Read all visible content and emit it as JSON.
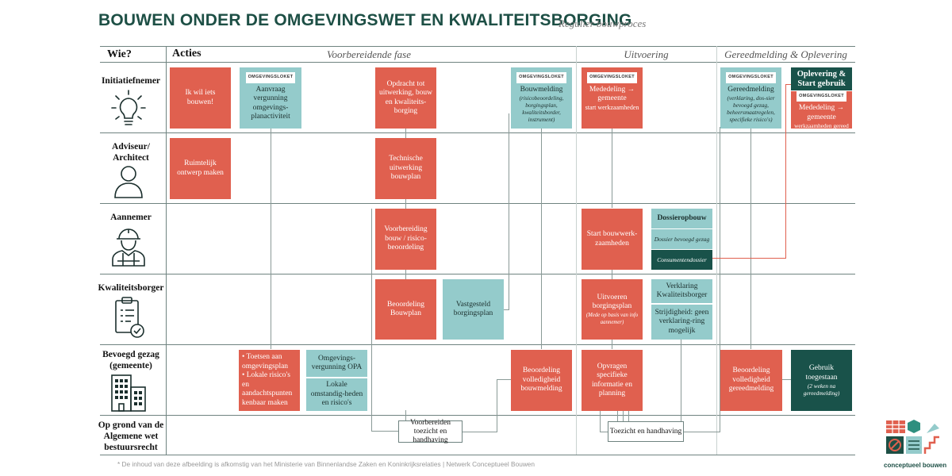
{
  "title": "BOUWEN ONDER DE OMGEVINGSWET EN KWALITEITSBORGING",
  "subtitle": "Regulier bouwproces",
  "header": {
    "who": "Wie?",
    "actions": "Acties"
  },
  "phases": [
    "Voorbereidende fase",
    "Uitvoering",
    "Gereedmelding & Oplevering"
  ],
  "actors": [
    {
      "name": "Initiatiefnemer",
      "icon": "lightbulb-icon"
    },
    {
      "name": "Adviseur/ Architect",
      "icon": "person-icon"
    },
    {
      "name": "Aannemer",
      "icon": "construction-worker-icon"
    },
    {
      "name": "Kwaliteitsborger",
      "icon": "clipboard-check-icon"
    },
    {
      "name": "Bevoegd gezag (gemeente)",
      "icon": "buildings-icon"
    },
    {
      "name": "Op grond van de Algemene wet bestuursrecht",
      "icon": ""
    }
  ],
  "tag": "OMGEVINGSLOKET",
  "boxes": {
    "b1": "Ik wil iets bouwen!",
    "b2": "Aanvraag vergunning omgevings-planactiviteit",
    "b3": "Opdracht tot uitwerking, bouw en kwaliteits-borging",
    "b4": {
      "title": "Bouwmelding",
      "note": "(risicobeoordeling, borgingsplan, kwaliteitsborder, instrument)"
    },
    "b5": {
      "title": "Mededeling → gemeente",
      "note": "start werkzaamheden"
    },
    "b6": {
      "title": "Gereedmelding",
      "note": "(verklaring, dos-sier bevoegd gezag, beheersmaatregelen, specifieke risico's)"
    },
    "b7": "Oplevering & Start gebruik",
    "b8": {
      "title": "Mededeling → gemeente",
      "note": "werkzaamheden gereed"
    },
    "b9": "Ruimtelijk ontwerp maken",
    "b10": "Technische uitwerking bouwplan",
    "b11": "Voorbereiding bouw / risico-beoordeling",
    "b12": "Start bouwwerk-zaamheden",
    "b13": "Dossieropbouw",
    "b14": "Dossier bevoegd gezag",
    "b15": "Consumentendossier",
    "b16": "Beoordeling Bouwplan",
    "b17": "Vastgesteld borgingsplan",
    "b18": {
      "title": "Uitvoeren borgingsplan",
      "note": "(Mede op basis van info aannemer)"
    },
    "b19": "Verklaring Kwaliteitsborger",
    "b20": "Strijdigheid: geen verklaring-ring mogelijk",
    "b21": [
      "• Toetsen aan omgevingsplan",
      "• Lokale risico's en aandachtspunten kenbaar maken"
    ],
    "b22": "Omgevings-vergunning OPA",
    "b23": "Lokale omstandig-heden en risico's",
    "b24": "Beoordeling volledigheid bouwmelding",
    "b25": "Opvragen specifieke informatie en planning",
    "b26": "Beoordeling volledigheid gereedmelding",
    "b27": {
      "title": "Gebruik toegestaan",
      "note": "(2 weken na gereedmelding)"
    },
    "b28": "Voorbereiden toezicht en handhaving",
    "b29": "Toezicht en handhaving"
  },
  "footer": "* De inhoud van deze afbeelding is afkomstig van het Ministerie van Binnenlandse Zaken en Koninkrijksrelaties | Netwerk Conceptueel Bouwen",
  "logo": {
    "text": "conceptueel bouwen"
  },
  "colors": {
    "red": "#e0604f",
    "teal": "#94cbcb",
    "dark": "#19524a",
    "title": "#1d4f45"
  }
}
